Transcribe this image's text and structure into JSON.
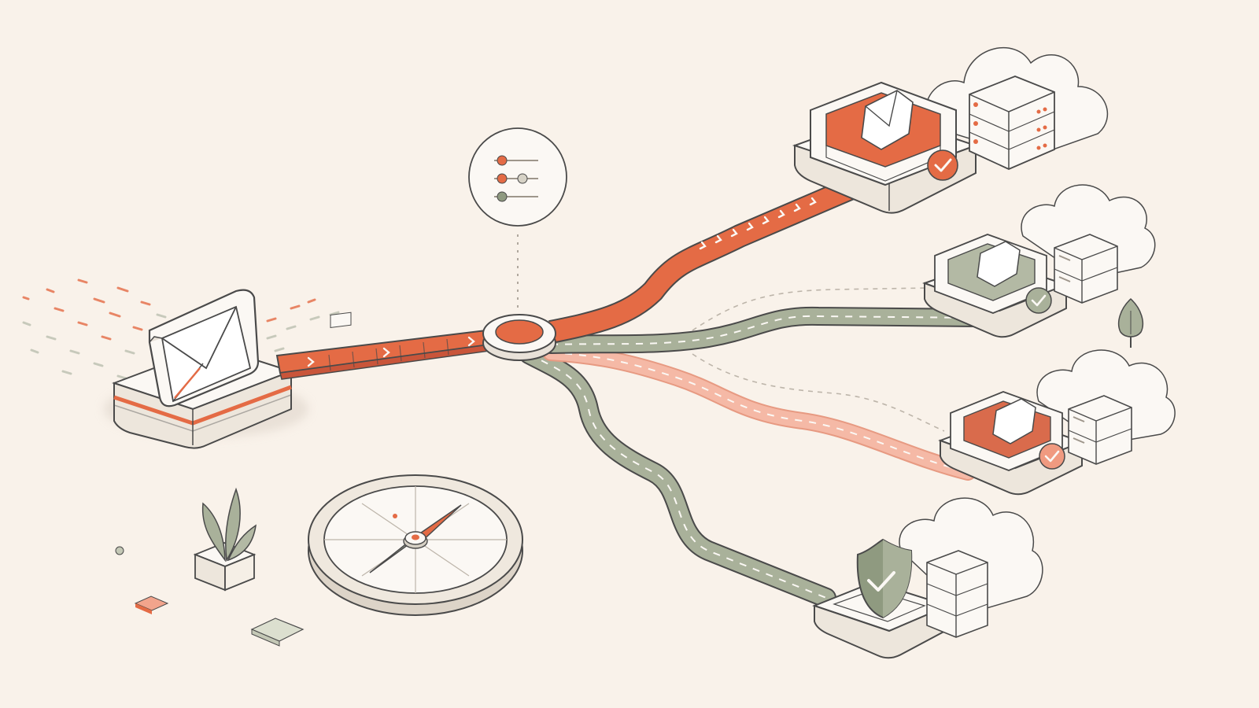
{
  "colors": {
    "background": "#f9f2ea",
    "accent_orange": "#e46b45",
    "light_orange": "#f2a48c",
    "sage_green": "#a9b19a",
    "dark_sage": "#8f9a80",
    "outline": "#4a4a4a",
    "panel_white": "#fbf8f4",
    "panel_shade": "#e8e1d8"
  },
  "icons": [
    "envelope-icon",
    "filter-sliders-icon",
    "router-hub-icon",
    "inbox-tray-icon",
    "checkmark-badge-icon",
    "server-rack-icon",
    "cloud-icon",
    "shield-check-icon",
    "compass-icon",
    "potted-plant-icon",
    "tree-icon"
  ],
  "routes": [
    {
      "name": "primary-route",
      "color": "accent_orange",
      "status": "delivered"
    },
    {
      "name": "secondary-route",
      "color": "sage_green",
      "status": "delivered"
    },
    {
      "name": "tertiary-route",
      "color": "light_orange",
      "status": "delivered"
    },
    {
      "name": "secure-route",
      "color": "sage_green",
      "status": "protected"
    }
  ]
}
